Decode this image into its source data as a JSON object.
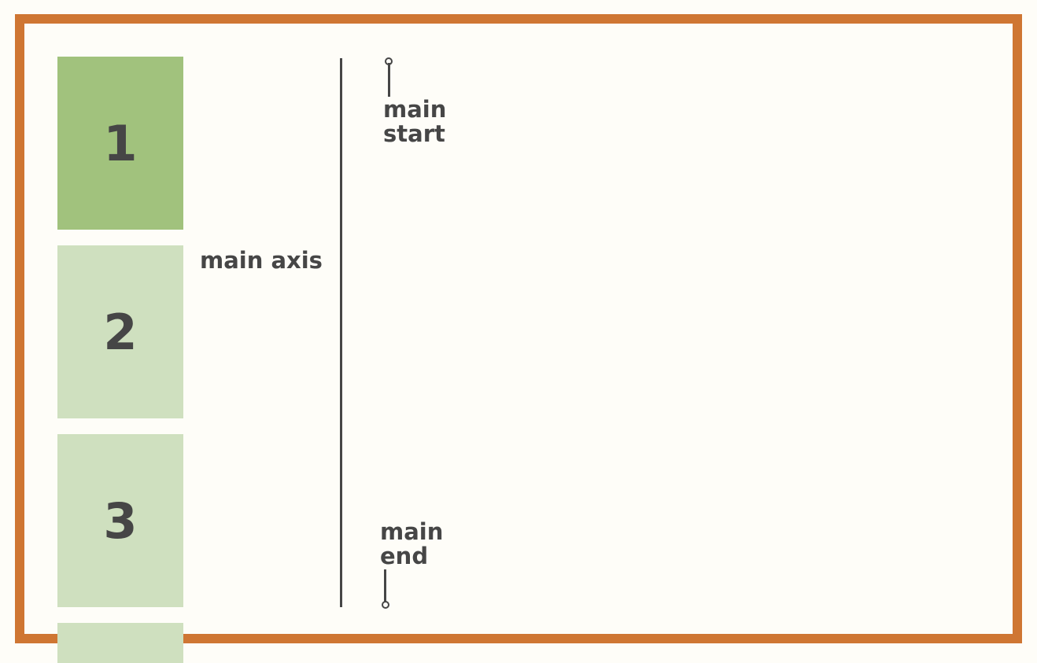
{
  "colors": {
    "border": "#cf7633",
    "background": "#fefdf8",
    "item_active": "#a1c27d",
    "item_inactive": "#cfe0bf",
    "text": "#464646"
  },
  "items": [
    {
      "label": "1",
      "state": "active"
    },
    {
      "label": "2",
      "state": "inactive"
    },
    {
      "label": "3",
      "state": "inactive"
    },
    {
      "label": "",
      "state": "inactive"
    }
  ],
  "axis": {
    "label": "main axis",
    "start": {
      "line1": "main",
      "line2": "start"
    },
    "end": {
      "line1": "main",
      "line2": "end"
    }
  }
}
